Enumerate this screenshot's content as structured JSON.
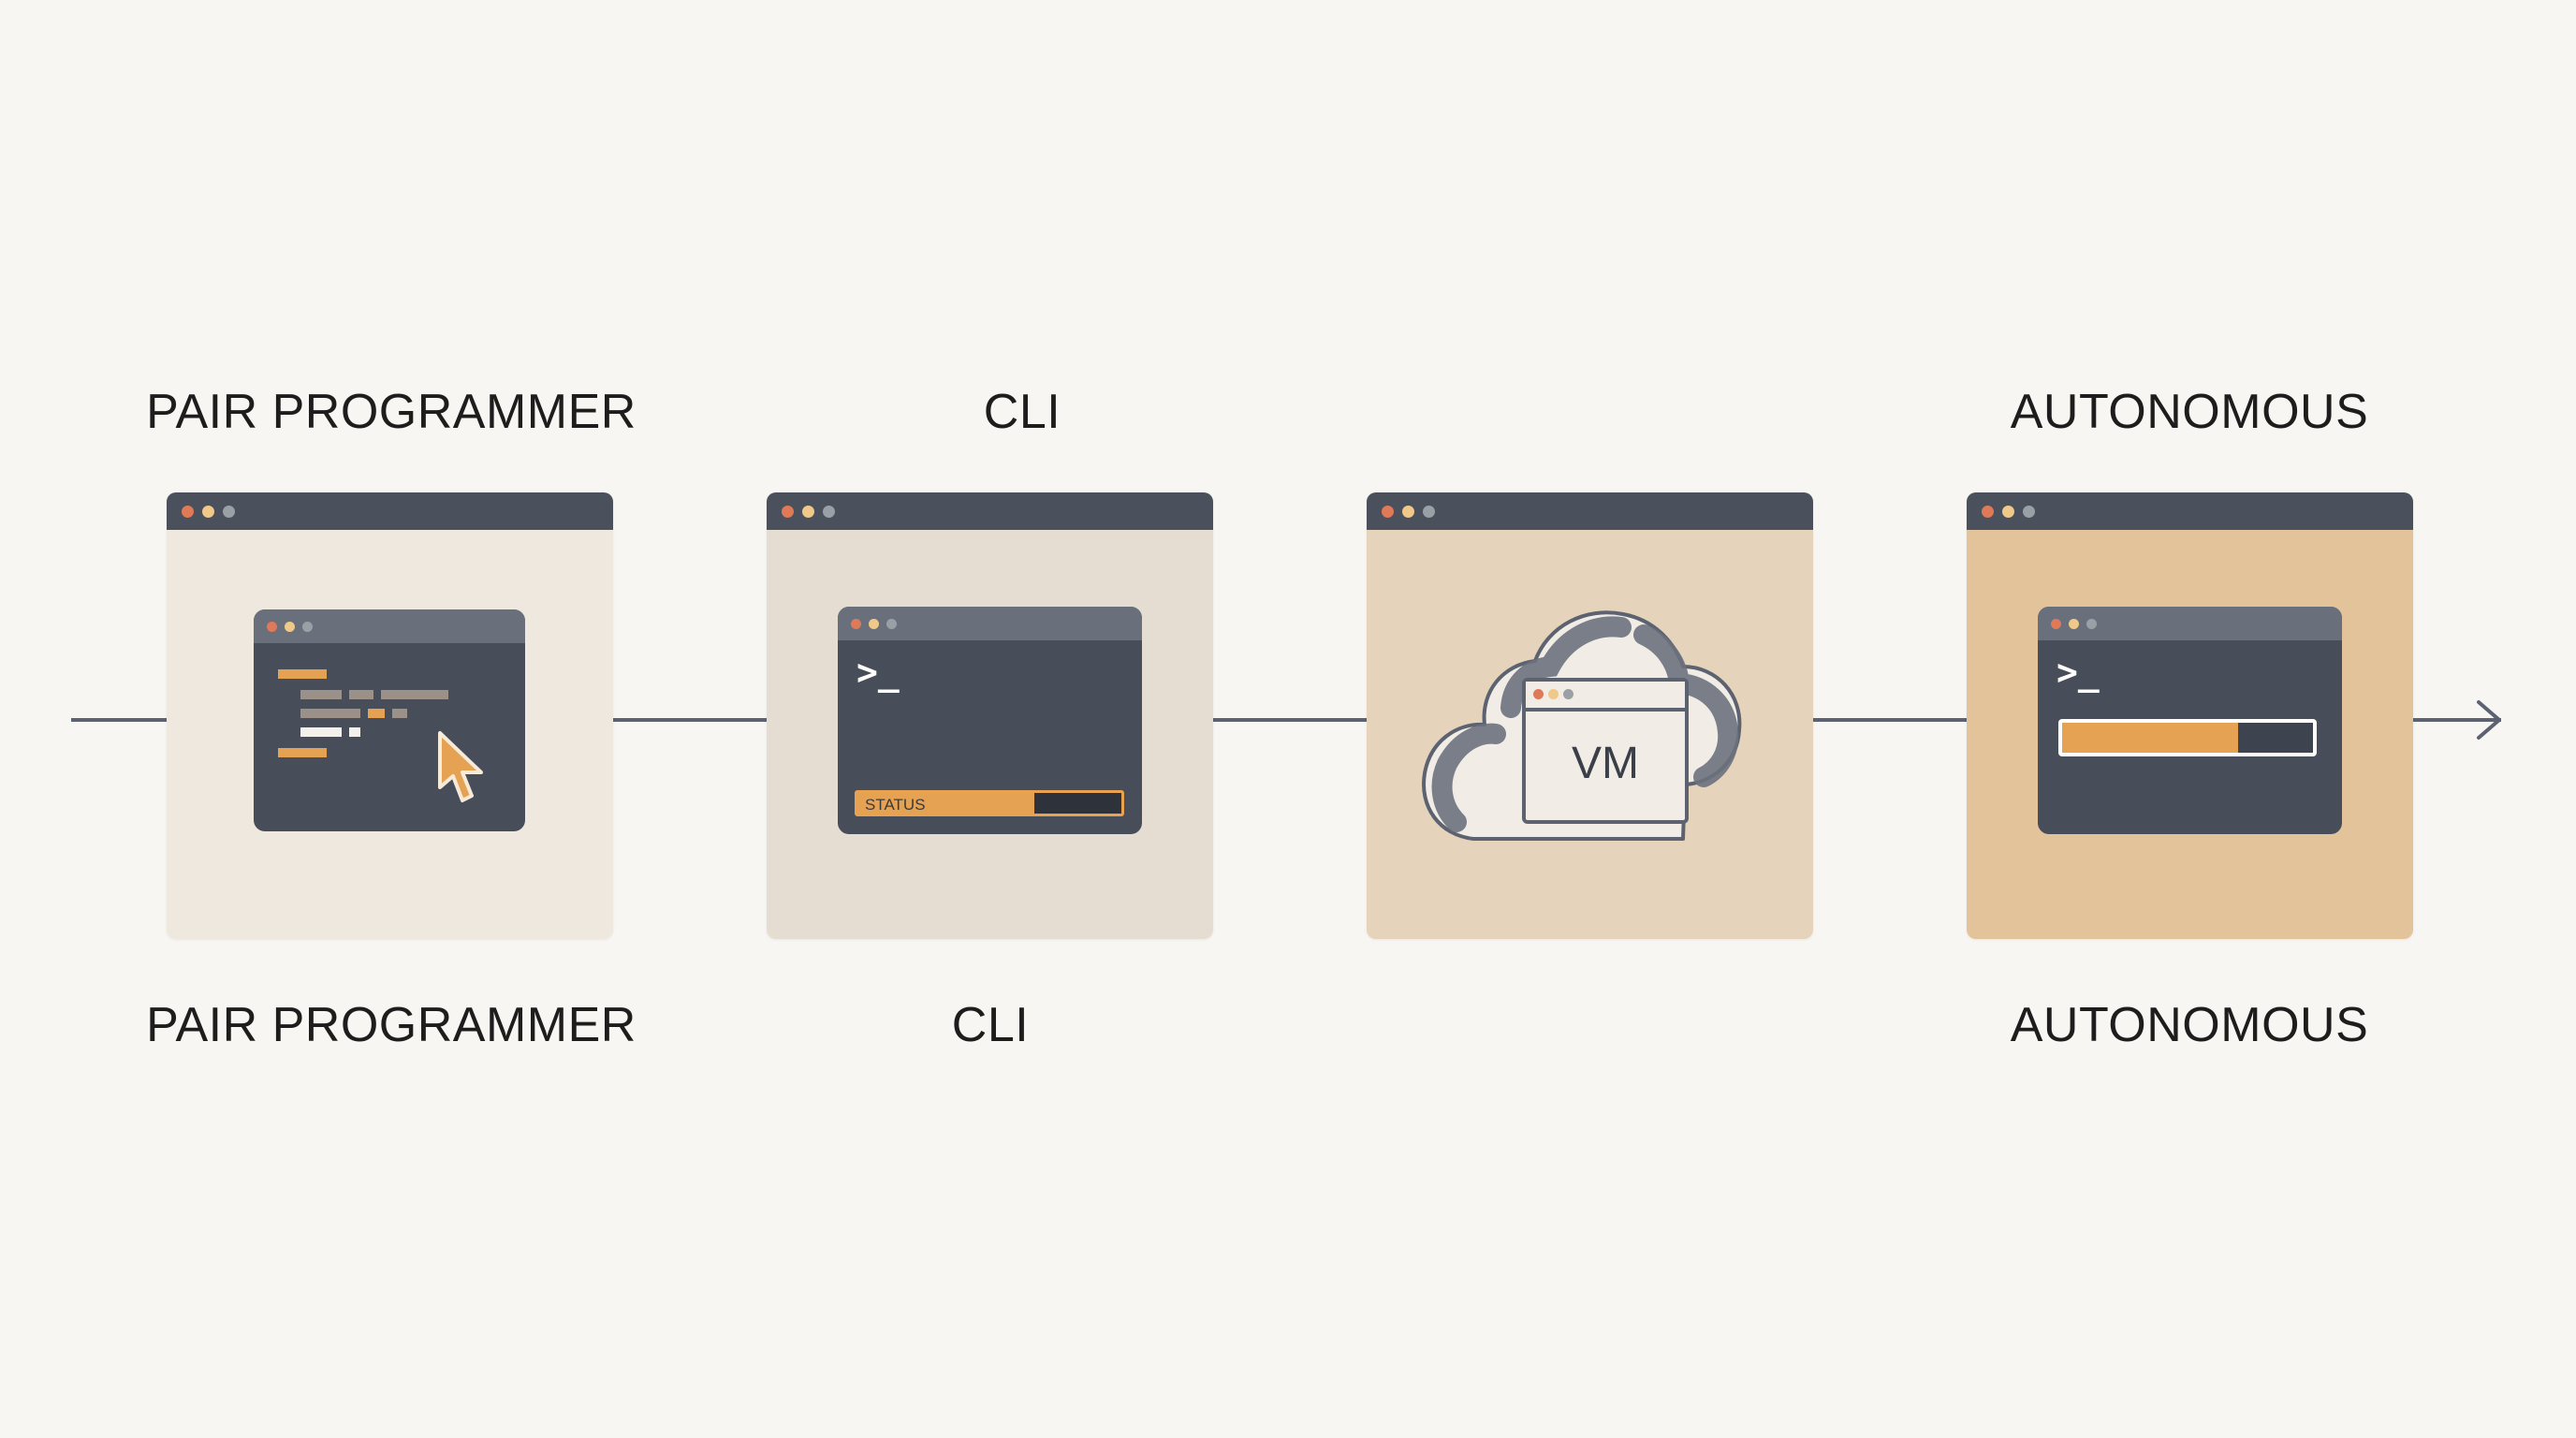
{
  "labels": {
    "top": {
      "stage1": "PAIR PROGRAMMER",
      "stage2": "CLI",
      "stage4": "AUTONOMOUS"
    },
    "bottom": {
      "stage1": "PAIR PROGRAMMER",
      "stage2": "CLI",
      "stage4": "AUTONOMOUS"
    }
  },
  "stages": [
    {
      "id": "pair-programmer",
      "icons": [
        "code-editor-icon",
        "cursor-arrow-icon"
      ],
      "card_color": "#efe8df"
    },
    {
      "id": "cli",
      "icons": [
        "terminal-icon"
      ],
      "prompt": ">_",
      "status_label": "STATUS",
      "status_progress": 0.67,
      "card_color": "#e6ddd2"
    },
    {
      "id": "vm",
      "icons": [
        "cloud-icon"
      ],
      "vm_label": "VM",
      "card_color": "#e5d3bb"
    },
    {
      "id": "autonomous",
      "icons": [
        "terminal-icon"
      ],
      "prompt": ">_",
      "progress": 0.7,
      "card_color": "#e2c39a"
    }
  ],
  "colors": {
    "background": "#f8f6f2",
    "line": "#5c6270",
    "dark_panel": "#474d59",
    "accent_orange": "#e6a253",
    "dot_red": "#de7a57",
    "dot_yellow": "#f0c98a",
    "dot_gray": "#9aa0a6"
  }
}
